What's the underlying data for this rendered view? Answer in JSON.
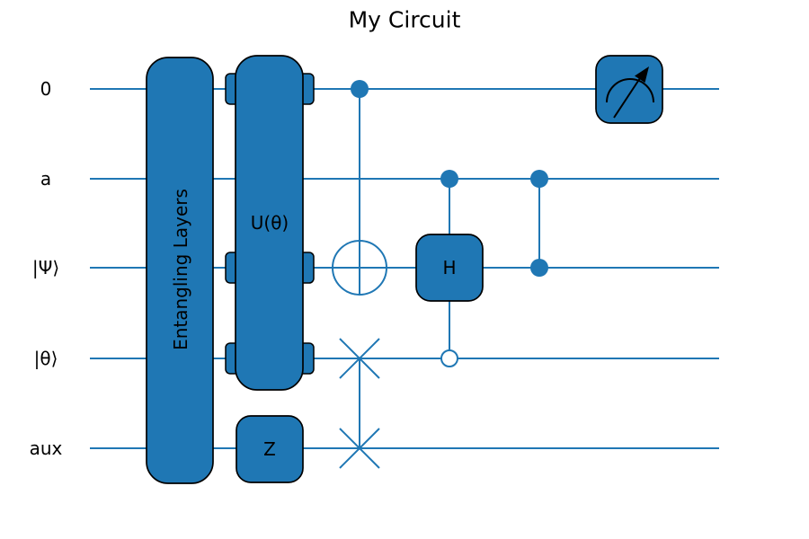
{
  "title": "My Circuit",
  "colors": {
    "accent": "#1f77b4",
    "outline": "#000000",
    "background": "#ffffff",
    "text": "#000000"
  },
  "wires": [
    {
      "label": "0"
    },
    {
      "label": "a"
    },
    {
      "label": "|Ψ⟩"
    },
    {
      "label": "|θ⟩"
    },
    {
      "label": "aux"
    }
  ],
  "gates": {
    "entangling": {
      "label": "Entangling Layers",
      "type": "multi-wire-box",
      "wires": [
        "0",
        "a",
        "|Ψ⟩",
        "|θ⟩",
        "aux"
      ]
    },
    "u_theta": {
      "label": "U(θ)",
      "type": "multi-wire-box-with-notches",
      "active_wires": [
        "0",
        "|Ψ⟩",
        "|θ⟩"
      ]
    },
    "z": {
      "label": "Z",
      "type": "box",
      "wires": [
        "aux"
      ]
    },
    "cnot": {
      "type": "CNOT",
      "control_wire": "0",
      "target_wire": "|Ψ⟩"
    },
    "swap": {
      "type": "SWAP",
      "wires": [
        "|θ⟩",
        "aux"
      ]
    },
    "controlled_h": {
      "label": "H",
      "type": "controlled-box",
      "filled_control_wire": "a",
      "open_control_wire": "|θ⟩",
      "target_wire": "|Ψ⟩"
    },
    "cz": {
      "type": "CZ",
      "wires": [
        "a",
        "|Ψ⟩"
      ]
    },
    "measurement": {
      "icon": "gauge-measurement-icon",
      "wire": "0"
    }
  }
}
